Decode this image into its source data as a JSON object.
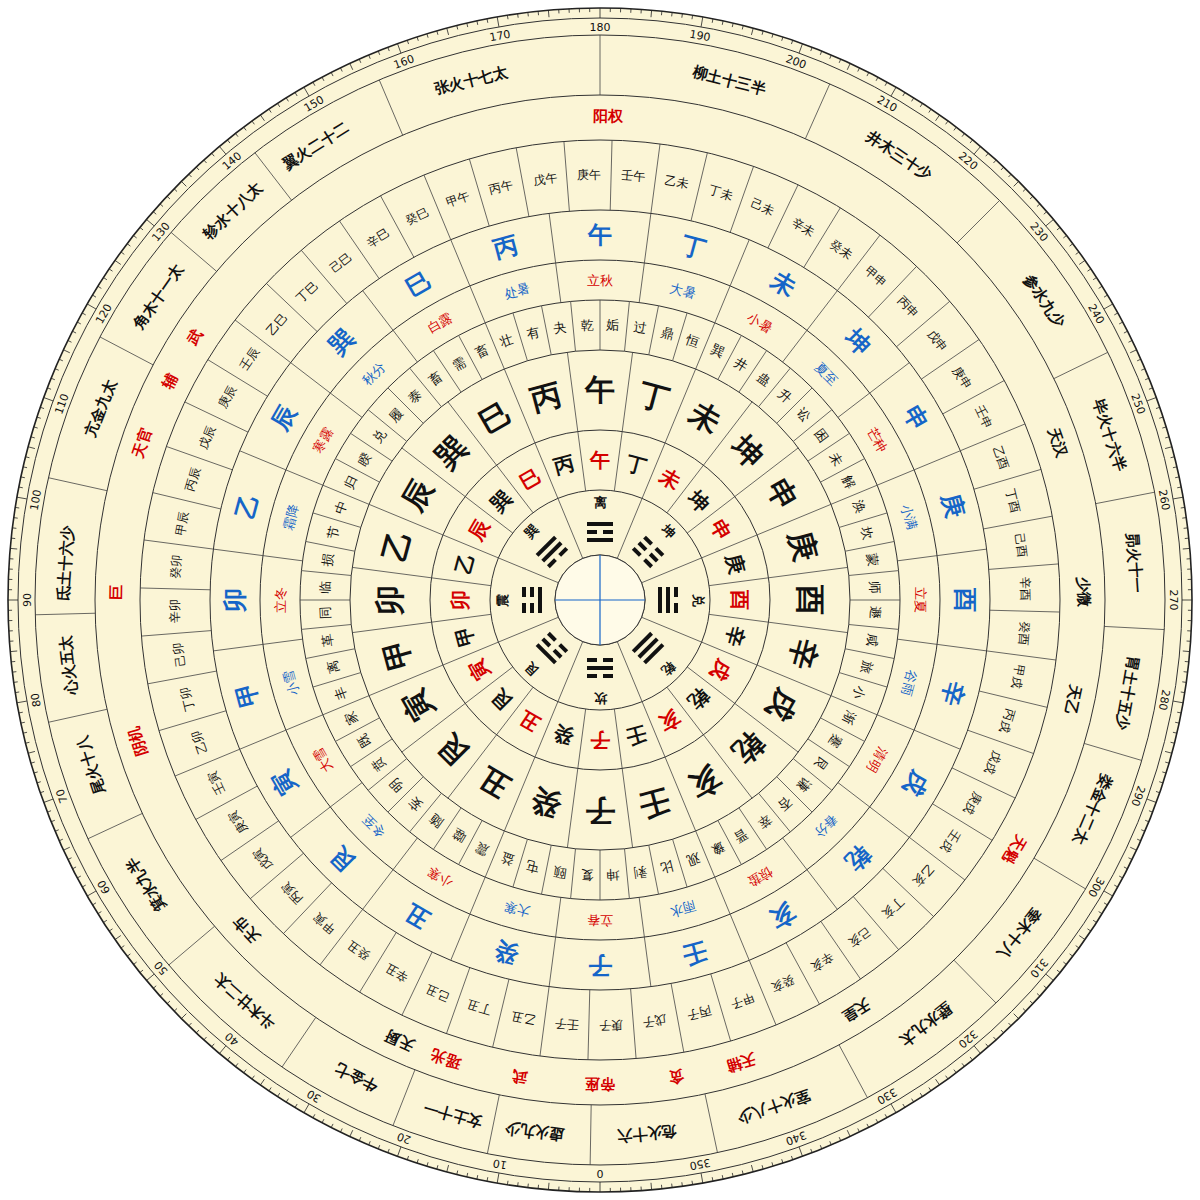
{
  "diagram": {
    "labels": [
      "0",
      "10",
      "20",
      "30",
      "40",
      "50",
      "60",
      "70",
      "80",
      "90",
      "100",
      "110",
      "120",
      "130",
      "140",
      "150",
      "160",
      "170",
      "180",
      "190",
      "200",
      "210",
      "220",
      "230",
      "240",
      "250",
      "260",
      "270",
      "280",
      "290",
      "300",
      "310",
      "320",
      "330",
      "340",
      "350",
      "虚火九少",
      "女土十一",
      "牛金七",
      "斗木廿二太",
      "箕水九半",
      "尾火十八",
      "心火五太",
      "氐土十六少",
      "亢金九太",
      "角木十一太",
      "轸水十八太",
      "翼火二十二",
      "张火十七太",
      "柳土十三半",
      "井木三十少",
      "参水九少",
      "毕火十六半",
      "昴火十一",
      "胃土十五少",
      "娄金十二太",
      "奎木十八",
      "壁水九太",
      "室火十八少",
      "危火十六",
      "帝座",
      "武",
      "瑶光",
      "天厨",
      "天市",
      "阴机",
      "巨",
      "天官",
      "辅",
      "武",
      "阳权",
      "天汉",
      "少微",
      "天乙",
      "天魁",
      "天皇",
      "天辅",
      "贪",
      "甲子",
      "丙子",
      "戊子",
      "庚子",
      "壬子",
      "乙丑",
      "丁丑",
      "己丑",
      "辛丑",
      "癸丑",
      "甲寅",
      "丙寅",
      "戊寅",
      "庚寅",
      "壬寅",
      "乙卯",
      "丁卯",
      "己卯",
      "辛卯",
      "癸卯",
      "甲辰",
      "丙辰",
      "戊辰",
      "庚辰",
      "壬辰",
      "乙巳",
      "丁巳",
      "己巳",
      "辛巳",
      "癸巳",
      "甲午",
      "丙午",
      "戊午",
      "庚午",
      "壬午",
      "乙未",
      "丁未",
      "己未",
      "辛未",
      "癸未",
      "甲申",
      "丙申",
      "戊申",
      "庚申",
      "壬申",
      "乙酉",
      "丁酉",
      "己酉",
      "辛酉",
      "癸酉",
      "甲戌",
      "丙戌",
      "戊戌",
      "庚戌",
      "壬戌",
      "乙亥",
      "丁亥",
      "己亥",
      "辛亥",
      "癸亥",
      "子",
      "癸",
      "丑",
      "艮",
      "寅",
      "甲",
      "卯",
      "乙",
      "辰",
      "巽",
      "巳",
      "丙",
      "午",
      "丁",
      "未",
      "坤",
      "申",
      "庚",
      "酉",
      "辛",
      "戌",
      "乾",
      "亥",
      "壬",
      "冬至",
      "小寒",
      "大寒",
      "立春",
      "雨水",
      "惊蛰",
      "春分",
      "清明",
      "谷雨",
      "立夏",
      "小满",
      "芒种",
      "夏至",
      "小暑",
      "大暑",
      "立秋",
      "处暑",
      "白露",
      "秋分",
      "寒露",
      "霜降",
      "立冬",
      "小雪",
      "大雪",
      "复",
      "颐",
      "屯",
      "益",
      "震",
      "噬",
      "随",
      "妄",
      "明",
      "贲",
      "既",
      "家",
      "丰",
      "离",
      "革",
      "同",
      "临",
      "损",
      "节",
      "中",
      "归",
      "睽",
      "兑",
      "履",
      "泰",
      "畜",
      "需",
      "畜",
      "壮",
      "有",
      "夬",
      "乾",
      "姤",
      "过",
      "鼎",
      "恒",
      "巽",
      "井",
      "蛊",
      "升",
      "讼",
      "困",
      "未",
      "解",
      "涣",
      "坎",
      "蒙",
      "师",
      "遯",
      "咸",
      "旅",
      "小",
      "渐",
      "蹇",
      "艮",
      "谦",
      "否",
      "萃",
      "晋",
      "豫",
      "观",
      "比",
      "剥",
      "坤",
      "子",
      "癸",
      "丑",
      "艮",
      "寅",
      "甲",
      "卯",
      "乙",
      "辰",
      "巽",
      "巳",
      "丙",
      "午",
      "丁",
      "未",
      "坤",
      "申",
      "庚",
      "酉",
      "辛",
      "戌",
      "乾",
      "亥",
      "壬",
      "子",
      "癸",
      "丑",
      "艮",
      "寅",
      "甲",
      "卯",
      "乙",
      "辰",
      "巽",
      "巳",
      "丙",
      "午",
      "丁",
      "未",
      "坤",
      "申",
      "庚",
      "酉",
      "辛",
      "戌",
      "乾",
      "亥",
      "壬",
      "坎",
      "艮",
      "震",
      "巽",
      "离",
      "坤",
      "兑",
      "乾"
    ]
  }
}
